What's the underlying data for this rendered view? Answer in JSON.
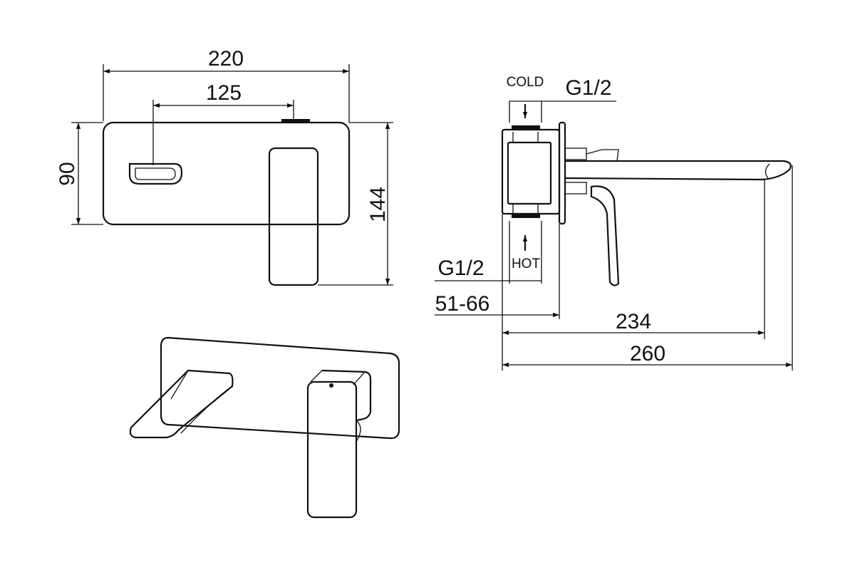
{
  "dimensions": {
    "front_width": "220",
    "front_spacing": "125",
    "front_height": "90",
    "overall_height": "144",
    "side_wall_range": "51-66",
    "side_projection": "234",
    "side_total": "260"
  },
  "connections": {
    "cold_label": "COLD",
    "hot_label": "HOT",
    "cold_thread": "G1/2",
    "hot_thread": "G1/2"
  }
}
